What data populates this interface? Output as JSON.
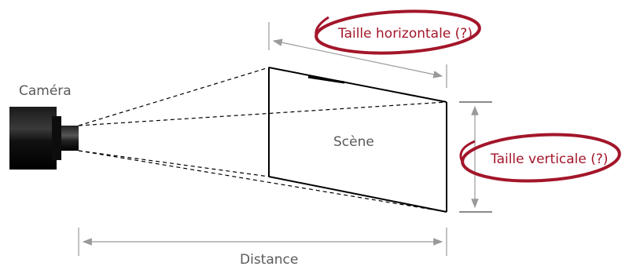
{
  "labels": {
    "camera": "Caméra",
    "scene": "Scène",
    "distance": "Distance",
    "horizontal_size": "Taille horizontale (?)",
    "vertical_size": "Taille verticale (?)"
  },
  "colors": {
    "line": "#000000",
    "dimension": "#9a9a9a",
    "accent": "#a3162a",
    "text": "#5a5a5a"
  }
}
